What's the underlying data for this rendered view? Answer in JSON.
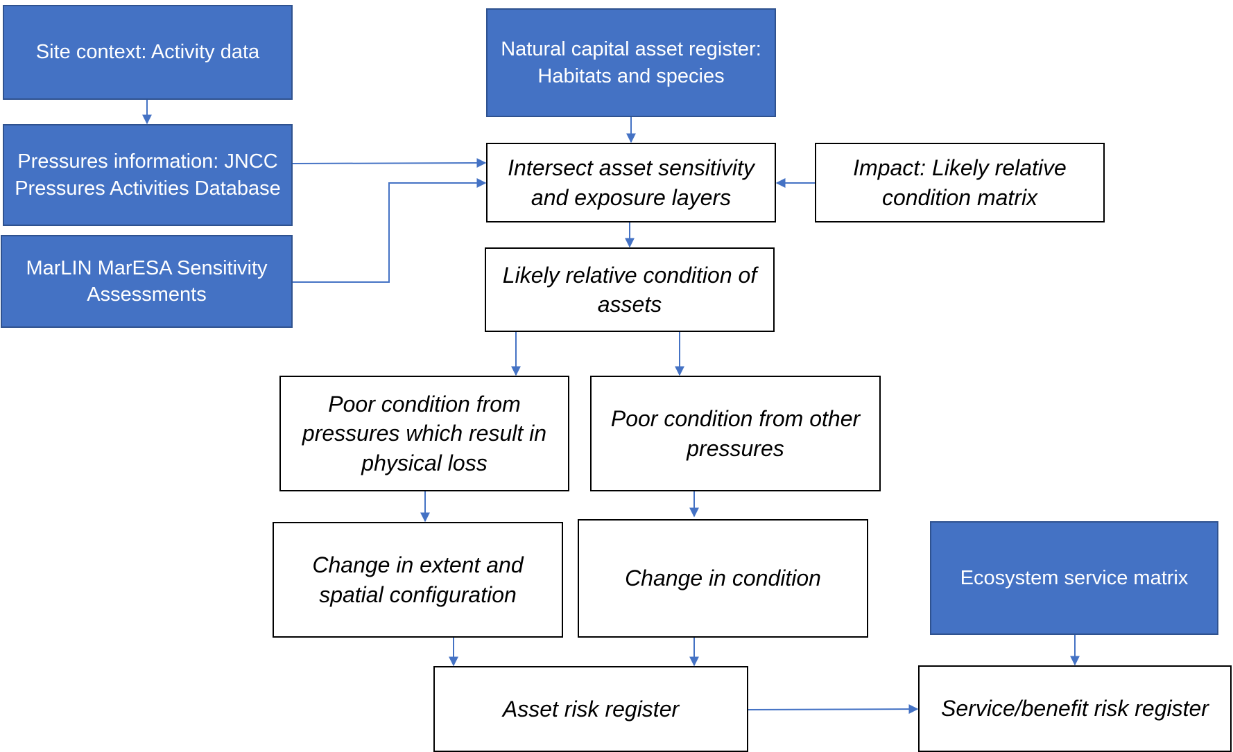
{
  "nodes": {
    "site_context": "Site context: Activity data",
    "pressures_info": "Pressures information: JNCC Pressures Activities Database",
    "marlin": "MarLIN MarESA Sensitivity Assessments",
    "natural_capital": "Natural capital asset register: Habitats and species",
    "intersect": "Intersect asset sensitivity and exposure layers",
    "impact_matrix": "Impact: Likely relative condition matrix",
    "likely_condition": "Likely relative condition of assets",
    "poor_physical": "Poor condition from pressures which result in physical loss",
    "poor_other": "Poor condition from other pressures",
    "change_extent": "Change in extent and spatial configuration",
    "change_condition": "Change in condition",
    "ecosystem_matrix": "Ecosystem service matrix",
    "asset_risk": "Asset risk register",
    "service_risk": "Service/benefit risk register"
  },
  "colors": {
    "fill": "#4472c4",
    "fill_border": "#2f528f",
    "connector": "#4472c4"
  }
}
